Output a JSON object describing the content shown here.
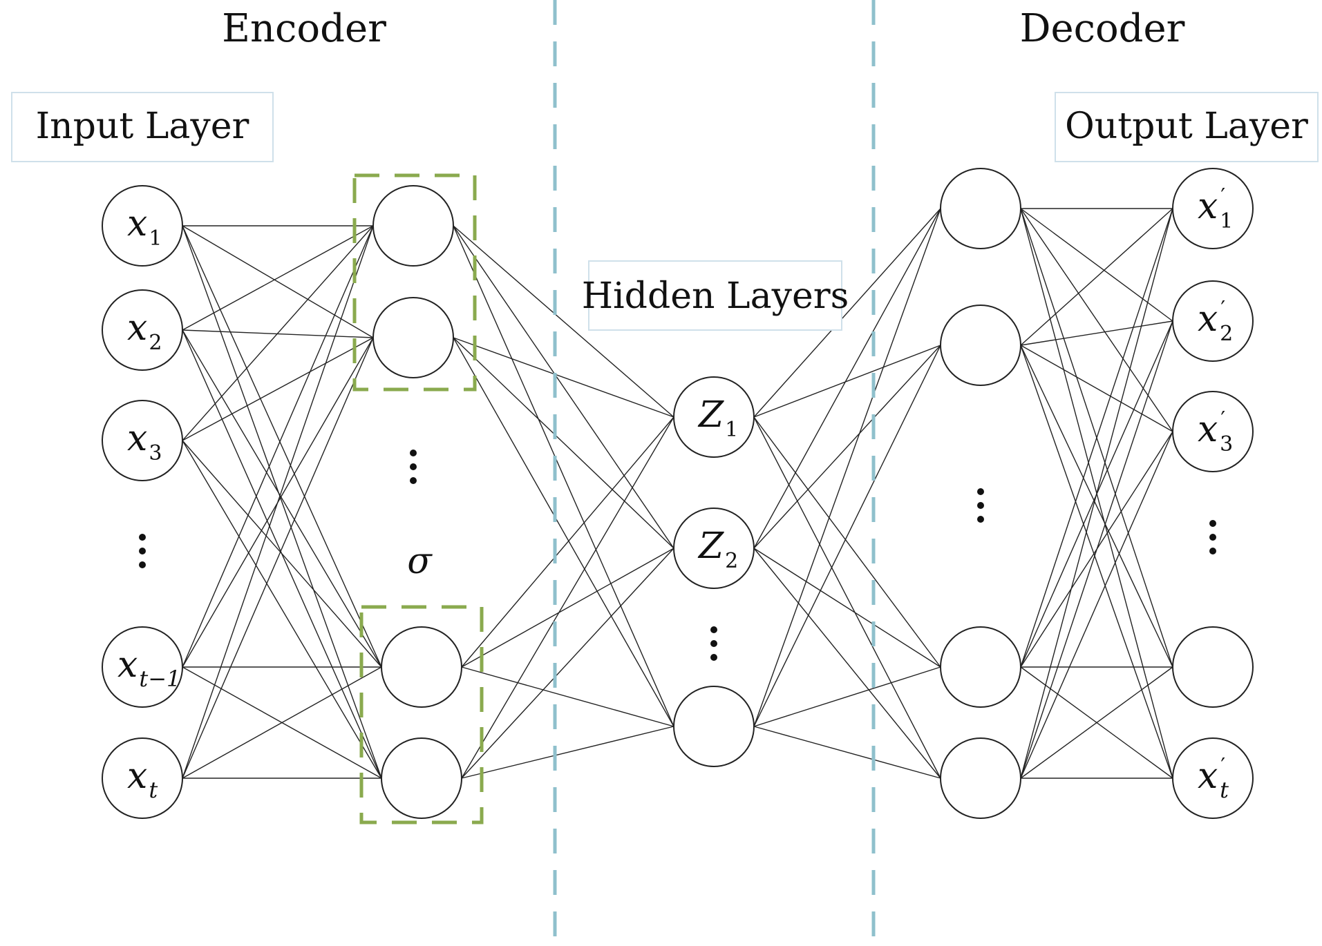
{
  "titles": {
    "encoder": "Encoder",
    "decoder": "Decoder"
  },
  "labels": {
    "input_layer": "Input Layer",
    "hidden_layers": "Hidden Layers",
    "output_layer": "Output Layer"
  },
  "input_nodes": [
    {
      "main": "x",
      "sub": "1"
    },
    {
      "main": "x",
      "sub": "2"
    },
    {
      "main": "x",
      "sub": "3"
    },
    {
      "main": "x",
      "sub": "t−1"
    },
    {
      "main": "x",
      "sub": "t"
    }
  ],
  "latent_nodes": [
    {
      "main": "Z",
      "sub": "1"
    },
    {
      "main": "Z",
      "sub": "2"
    }
  ],
  "output_nodes": [
    {
      "main": "x",
      "sup": "′",
      "sub": "1"
    },
    {
      "main": "x",
      "sup": "′",
      "sub": "2"
    },
    {
      "main": "x",
      "sup": "′",
      "sub": "3"
    },
    {
      "main": "x",
      "sup": "′",
      "sub": "t"
    }
  ],
  "activation_symbol": "σ",
  "colors": {
    "separator": "#8fc0cc",
    "group_box": "#8aaa4e",
    "label_box_border": "#cfe0ea",
    "ink": "#222222"
  }
}
